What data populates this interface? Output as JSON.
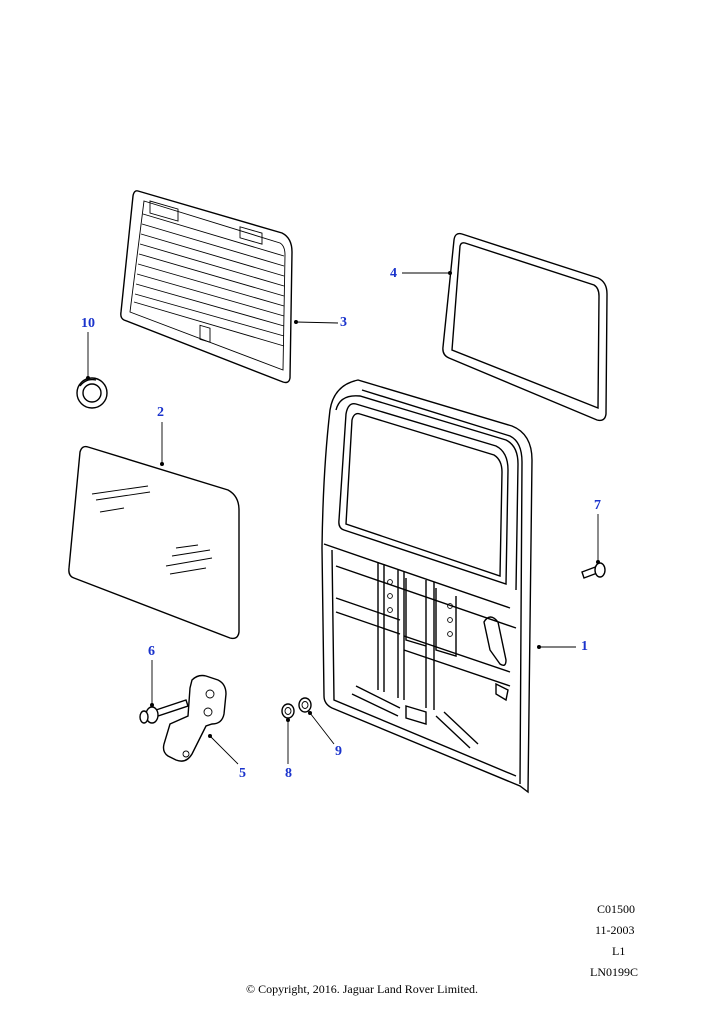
{
  "callouts": {
    "c1": "1",
    "c2": "2",
    "c3": "3",
    "c4": "4",
    "c5": "5",
    "c6": "6",
    "c7": "7",
    "c8": "8",
    "c9": "9",
    "c10": "10"
  },
  "meta": {
    "code": "C01500",
    "date": "11-2003",
    "level": "L1",
    "ref": "LN0199C"
  },
  "copyright": "© Copyright, 2016. Jaguar Land Rover Limited.",
  "colors": {
    "callout": "#1a33cc",
    "line": "#000000"
  }
}
